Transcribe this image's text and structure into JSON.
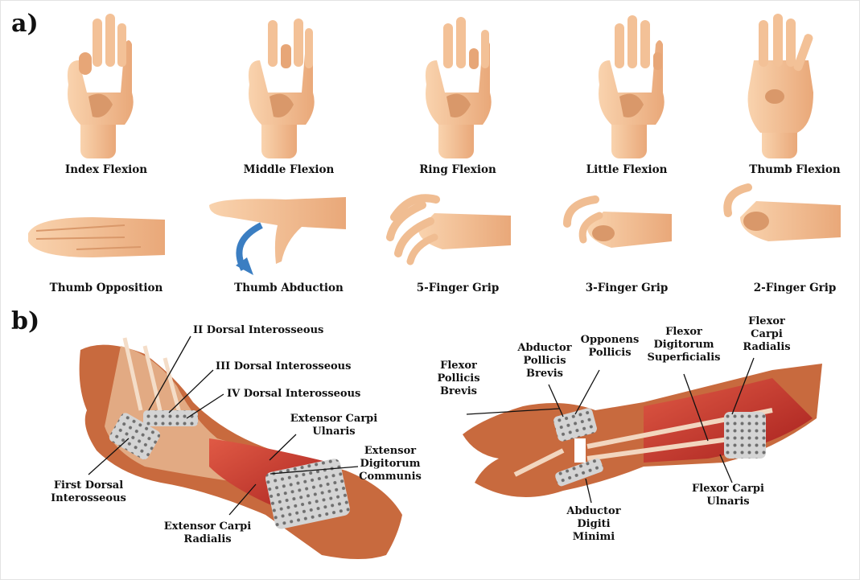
{
  "panels": {
    "a": "a)",
    "b": "b)"
  },
  "gestures_row1": [
    "Index Flexion",
    "Middle Flexion",
    "Ring Flexion",
    "Little Flexion",
    "Thumb Flexion"
  ],
  "gestures_row2": [
    "Thumb Opposition",
    "Thumb Abduction",
    "5-Finger Grip",
    "3-Finger Grip",
    "2-Finger Grip"
  ],
  "dorsal_muscles": {
    "ii_dorsal": "II Dorsal Interosseous",
    "iii_dorsal": "III Dorsal Interosseous",
    "iv_dorsal": "IV Dorsal Interosseous",
    "ext_carpi_ulnaris": "Extensor Carpi Ulnaris",
    "ext_digitorum": "Extensor Digitorum Communis",
    "first_dorsal": "First Dorsal Interosseous",
    "ext_carpi_radialis": "Extensor Carpi Radialis"
  },
  "palmar_muscles": {
    "flexor_pollicis_brevis": "Flexor Pollicis Brevis",
    "abductor_pollicis_brevis": "Abductor Pollicis Brevis",
    "opponens_pollicis": "Opponens Pollicis",
    "flexor_digitorum_superficialis": "Flexor Digitorum Superficialis",
    "flexor_carpi_radialis": "Flexor Carpi Radialis",
    "flexor_carpi_ulnaris": "Flexor Carpi Ulnaris",
    "abductor_digiti_minimi": "Abductor Digiti Minimi"
  },
  "colors": {
    "skin": "#f4c397",
    "skin_shadow": "#d9986a",
    "muscle": "#c9302a",
    "forearm": "#c86a3e",
    "electrode": "#cfcfcf",
    "arrow": "#3b7ec2"
  }
}
